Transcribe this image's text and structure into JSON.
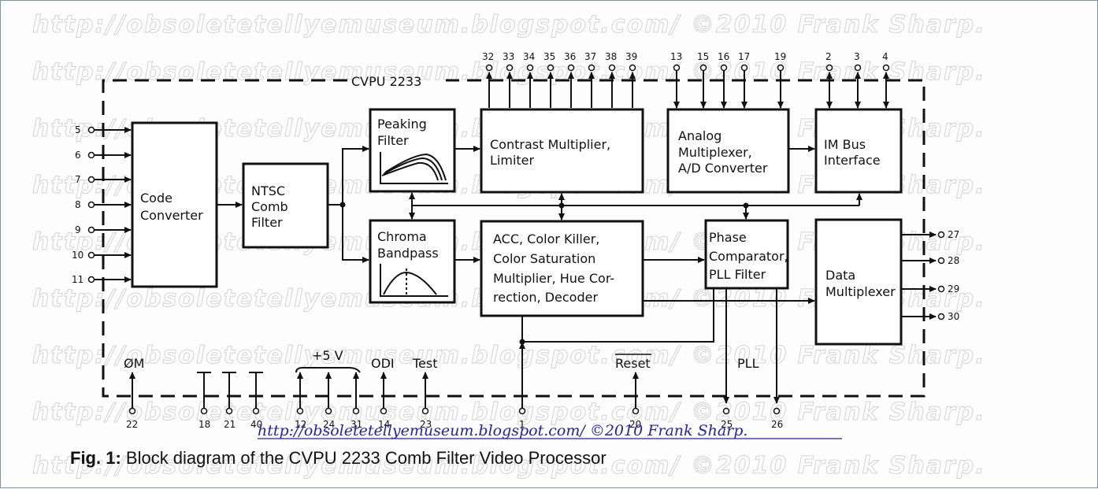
{
  "watermark": "http://obsoletetellyemuseum.blogspot.com/ ©2010 Frank Sharp.",
  "chip_title": "CVPU 2233",
  "blocks": {
    "code_converter": [
      "Code",
      "Converter"
    ],
    "ntsc_comb": [
      "NTSC",
      "Comb",
      "Filter"
    ],
    "peaking": [
      "Peaking",
      "Filter"
    ],
    "chroma": [
      "Chroma",
      "Bandpass"
    ],
    "contrast": [
      "Contrast Multiplier,",
      "Limiter"
    ],
    "acc": [
      "ACC, Color Killer,",
      "Color Saturation",
      "Multiplier, Hue Cor-",
      "rection,  Decoder"
    ],
    "analog_mux": [
      "Analog",
      "Multiplexer,",
      "A/D Converter"
    ],
    "im_bus": [
      "IM  Bus",
      "Interface"
    ],
    "phase": [
      "Phase",
      "Comparator,",
      "PLL Filter"
    ],
    "data_mux": [
      "Data",
      "Multiplexer"
    ]
  },
  "pins": {
    "left": [
      "5",
      "6",
      "7",
      "8",
      "9",
      "10",
      "11"
    ],
    "top_contrast": [
      "32",
      "33",
      "34",
      "35",
      "36",
      "37",
      "38",
      "39"
    ],
    "top_analog": [
      "13",
      "15",
      "16",
      "17",
      "19"
    ],
    "top_im": [
      "2",
      "3",
      "4"
    ],
    "right": [
      "27",
      "28",
      "29",
      "30"
    ],
    "bottom": [
      "22",
      "18",
      "21",
      "40",
      "12",
      "24",
      "31",
      "14",
      "23",
      "1",
      "20",
      "25",
      "26"
    ]
  },
  "bottom_labels": {
    "om": "ØM",
    "plus5v": "+5 V",
    "odi": "ODI",
    "test": "Test",
    "reset": "Reset",
    "pll": "PLL"
  },
  "url_line": "http://obsoletetellyemuseum.blogspot.com/  ©2010 Frank Sharp.",
  "caption": {
    "bold": "Fig. 1:",
    "text": " Block diagram of the CVPU 2233 Comb Filter Video Processor"
  }
}
